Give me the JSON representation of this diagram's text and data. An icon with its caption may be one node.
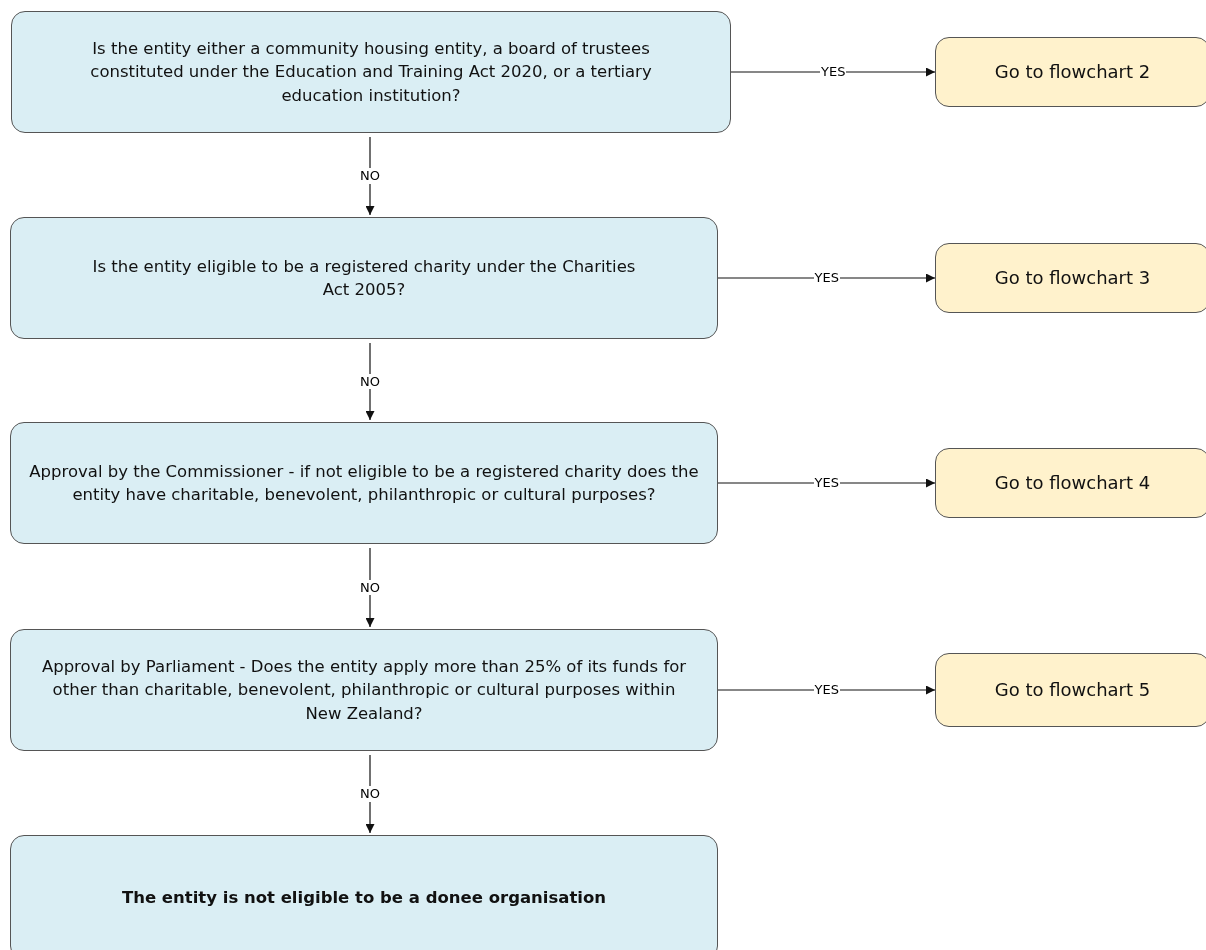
{
  "diagram": {
    "nodes": [
      {
        "text": [
          "Is the entity either a community housing entity, a board of trustees constituted under the Education and Training Act 2020, or a tertiary education institution?"
        ]
      },
      {
        "text": [
          "Go to flowchart 2"
        ]
      },
      {
        "text": [
          "Is the entity eligible to be a registered charity under the Charities Act 2005?"
        ]
      },
      {
        "text": [
          "Go to flowchart 3"
        ]
      },
      {
        "text": [
          "Approval by the Commissioner - if not eligible to be a registered charity does the entity have charitable, benevolent, philanthropic or cultural purposes?"
        ]
      },
      {
        "text": [
          "Go to flowchart 4"
        ]
      },
      {
        "text": [
          "Approval by Parliament - Does the entity apply more than 25% of its funds for other than charitable, benevolent, philanthropic or cultural purposes within New Zealand?"
        ]
      },
      {
        "text": [
          "Go to flowchart 5"
        ]
      },
      {
        "text": [
          "The entity is not eligible to be a donee organisation"
        ]
      }
    ],
    "edges": [
      {
        "from": 0,
        "to": 1,
        "arrow": "to",
        "label": "YES"
      },
      {
        "from": 0,
        "to": 2,
        "arrow": "to",
        "label": "NO"
      },
      {
        "from": 2,
        "to": 3,
        "arrow": "to",
        "label": "YES"
      },
      {
        "from": 2,
        "to": 4,
        "arrow": "to",
        "label": "NO"
      },
      {
        "from": 4,
        "to": 5,
        "arrow": "to",
        "label": "YES"
      },
      {
        "from": 4,
        "to": 6,
        "arrow": "to",
        "label": "NO"
      },
      {
        "from": 6,
        "to": 7,
        "arrow": "to",
        "label": "YES"
      },
      {
        "from": 6,
        "to": 8,
        "arrow": "to",
        "label": "NO"
      }
    ]
  }
}
